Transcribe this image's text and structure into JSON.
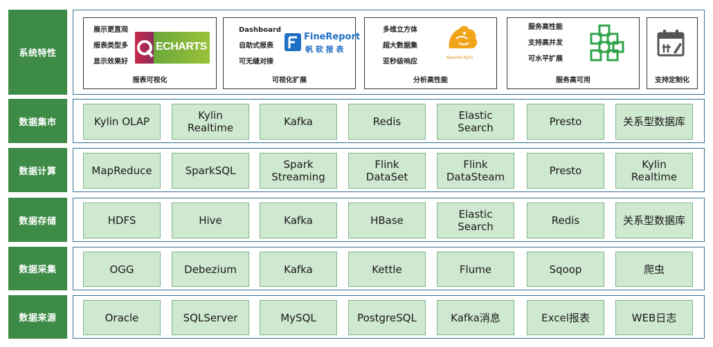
{
  "rows": [
    {
      "label": "系统特性",
      "features": [
        {
          "bullets": [
            "展示更直观",
            "报表类型多",
            "显示效果好"
          ],
          "logo_text": "ECHARTS",
          "caption": "报表可视化"
        },
        {
          "bullets": [
            "Dashboard",
            "自助式报表",
            "可无缝对接"
          ],
          "logo_text": "FineReport",
          "logo_subtext": "帆 软 报 表",
          "caption": "可视化扩展"
        },
        {
          "bullets": [
            "多维立方体",
            "超大数据集",
            "亚秒级响应"
          ],
          "logo_text": "Apache Kylin",
          "caption": "分析高性能"
        },
        {
          "bullets": [
            "服务高性能",
            "支持高并发",
            "可水平扩展"
          ],
          "caption": "服务高可用"
        },
        {
          "caption": "支持定制化"
        }
      ]
    },
    {
      "label": "数据集市",
      "cells": [
        "Kylin OLAP",
        "Kylin\nRealtime",
        "Kafka",
        "Redis",
        "Elastic\nSearch",
        "Presto",
        "关系型数据库"
      ]
    },
    {
      "label": "数据计算",
      "cells": [
        "MapReduce",
        "SparkSQL",
        "Spark\nStreaming",
        "Flink\nDataSet",
        "Flink\nDataSteam",
        "Presto",
        "Kylin\nRealtime"
      ]
    },
    {
      "label": "数据存储",
      "cells": [
        "HDFS",
        "Hive",
        "Kafka",
        "HBase",
        "Elastic\nSearch",
        "Redis",
        "关系型数据库"
      ]
    },
    {
      "label": "数据采集",
      "cells": [
        "OGG",
        "Debezium",
        "Kafka",
        "Kettle",
        "Flume",
        "Sqoop",
        "爬虫"
      ]
    },
    {
      "label": "数据来源",
      "cells": [
        "Oracle",
        "SQLServer",
        "MySQL",
        "PostgreSQL",
        "Kafka消息",
        "Excel报表",
        "WEB日志"
      ]
    }
  ]
}
